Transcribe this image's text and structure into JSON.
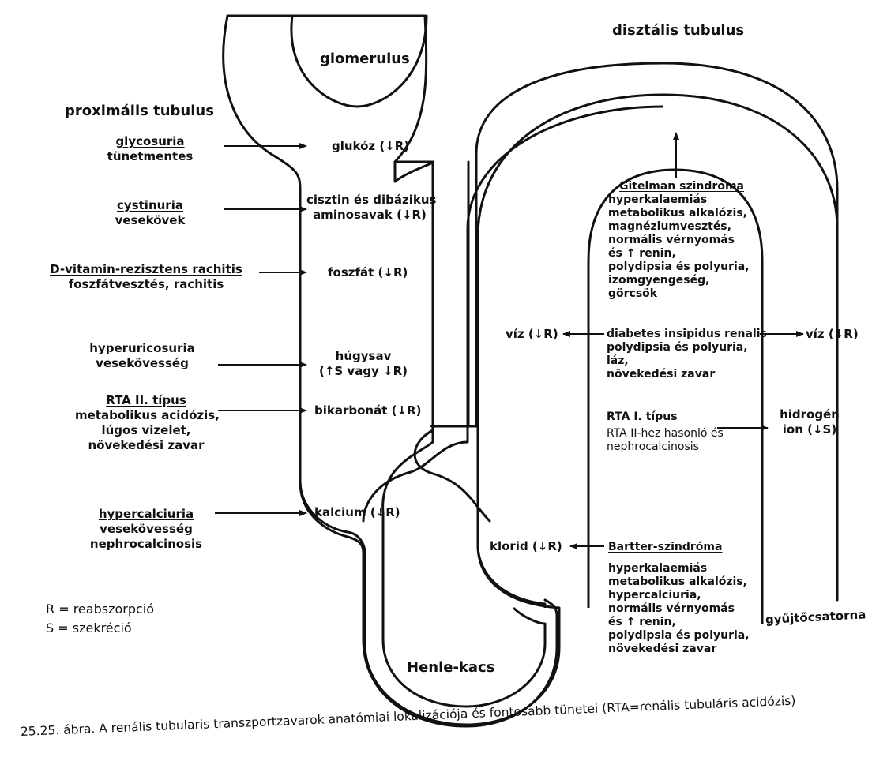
{
  "labels": {
    "glomerulus": "glomerulus",
    "proximal": "proximális tubulus",
    "distal": "disztális tubulus",
    "henle": "Henle-kacs",
    "collecting": "gyűjtőcsatorna"
  },
  "legend": {
    "r": "R = reabszorpció",
    "s": "S = szekréció"
  },
  "proximal_disorders": [
    {
      "name": "glycosuria",
      "desc": [
        "tünetmentes"
      ],
      "substance": [
        "glukóz (↓R)"
      ]
    },
    {
      "name": "cystinuria",
      "desc": [
        "vesekövek"
      ],
      "substance": [
        "cisztin és dibázikus",
        "aminosavak (↓R)"
      ]
    },
    {
      "name": "D-vitamin-rezisztens rachitis",
      "desc": [
        "foszfátvesztés, rachitis"
      ],
      "substance": [
        "foszfát (↓R)"
      ]
    },
    {
      "name": "hyperuricosuria",
      "desc": [
        "vesekövesség"
      ],
      "substance": [
        "húgysav",
        "(↑S vagy ↓R)"
      ]
    },
    {
      "name": "RTA II. típus",
      "desc": [
        "metabolikus acidózis,",
        "lúgos vizelet,",
        "növekedési zavar"
      ],
      "substance": [
        "bikarbonát (↓R)"
      ]
    },
    {
      "name": "hypercalciuria",
      "desc": [
        "vesekövesség",
        "nephrocalcinosis"
      ],
      "substance": [
        "kalcium (↓R)"
      ]
    }
  ],
  "distal_disorders": {
    "gitelman": {
      "name": "Gitelman szindróma",
      "desc": [
        "hyperkalaemiás",
        "metabolikus alkalózis,",
        "magnéziumvesztés,",
        "normális vérnyomás",
        "és ↑ renin,",
        "polydipsia és polyuria,",
        "izomgyengeség,",
        "görcsök"
      ]
    },
    "diabetes": {
      "name": "diabetes insipidus renalis",
      "desc": [
        "polydipsia és polyuria,",
        "láz,",
        "növekedési zavar"
      ],
      "left_substance": "víz (↓R)",
      "right_substance": "víz (↓R)"
    },
    "rta1": {
      "name": "RTA I. típus",
      "desc": [
        "RTA II-hez hasonló és",
        "nephrocalcinosis"
      ],
      "substance": [
        "hidrogén",
        "ion (↓S)"
      ]
    },
    "bartter": {
      "name": "Bartter-szindróma",
      "desc": [
        "hyperkalaemiás",
        "metabolikus alkalózis,",
        "hypercalciuria,",
        "normális vérnyomás",
        "és ↑ renin,",
        "polydipsia és polyuria,",
        "növekedési zavar"
      ],
      "substance": "klorid (↓R)"
    }
  },
  "caption": "25.25. ábra. A renális tubularis transzportzavarok anatómiai lokalizációja és fontosabb tünetei (RTA=renális tubuláris acidózis)"
}
